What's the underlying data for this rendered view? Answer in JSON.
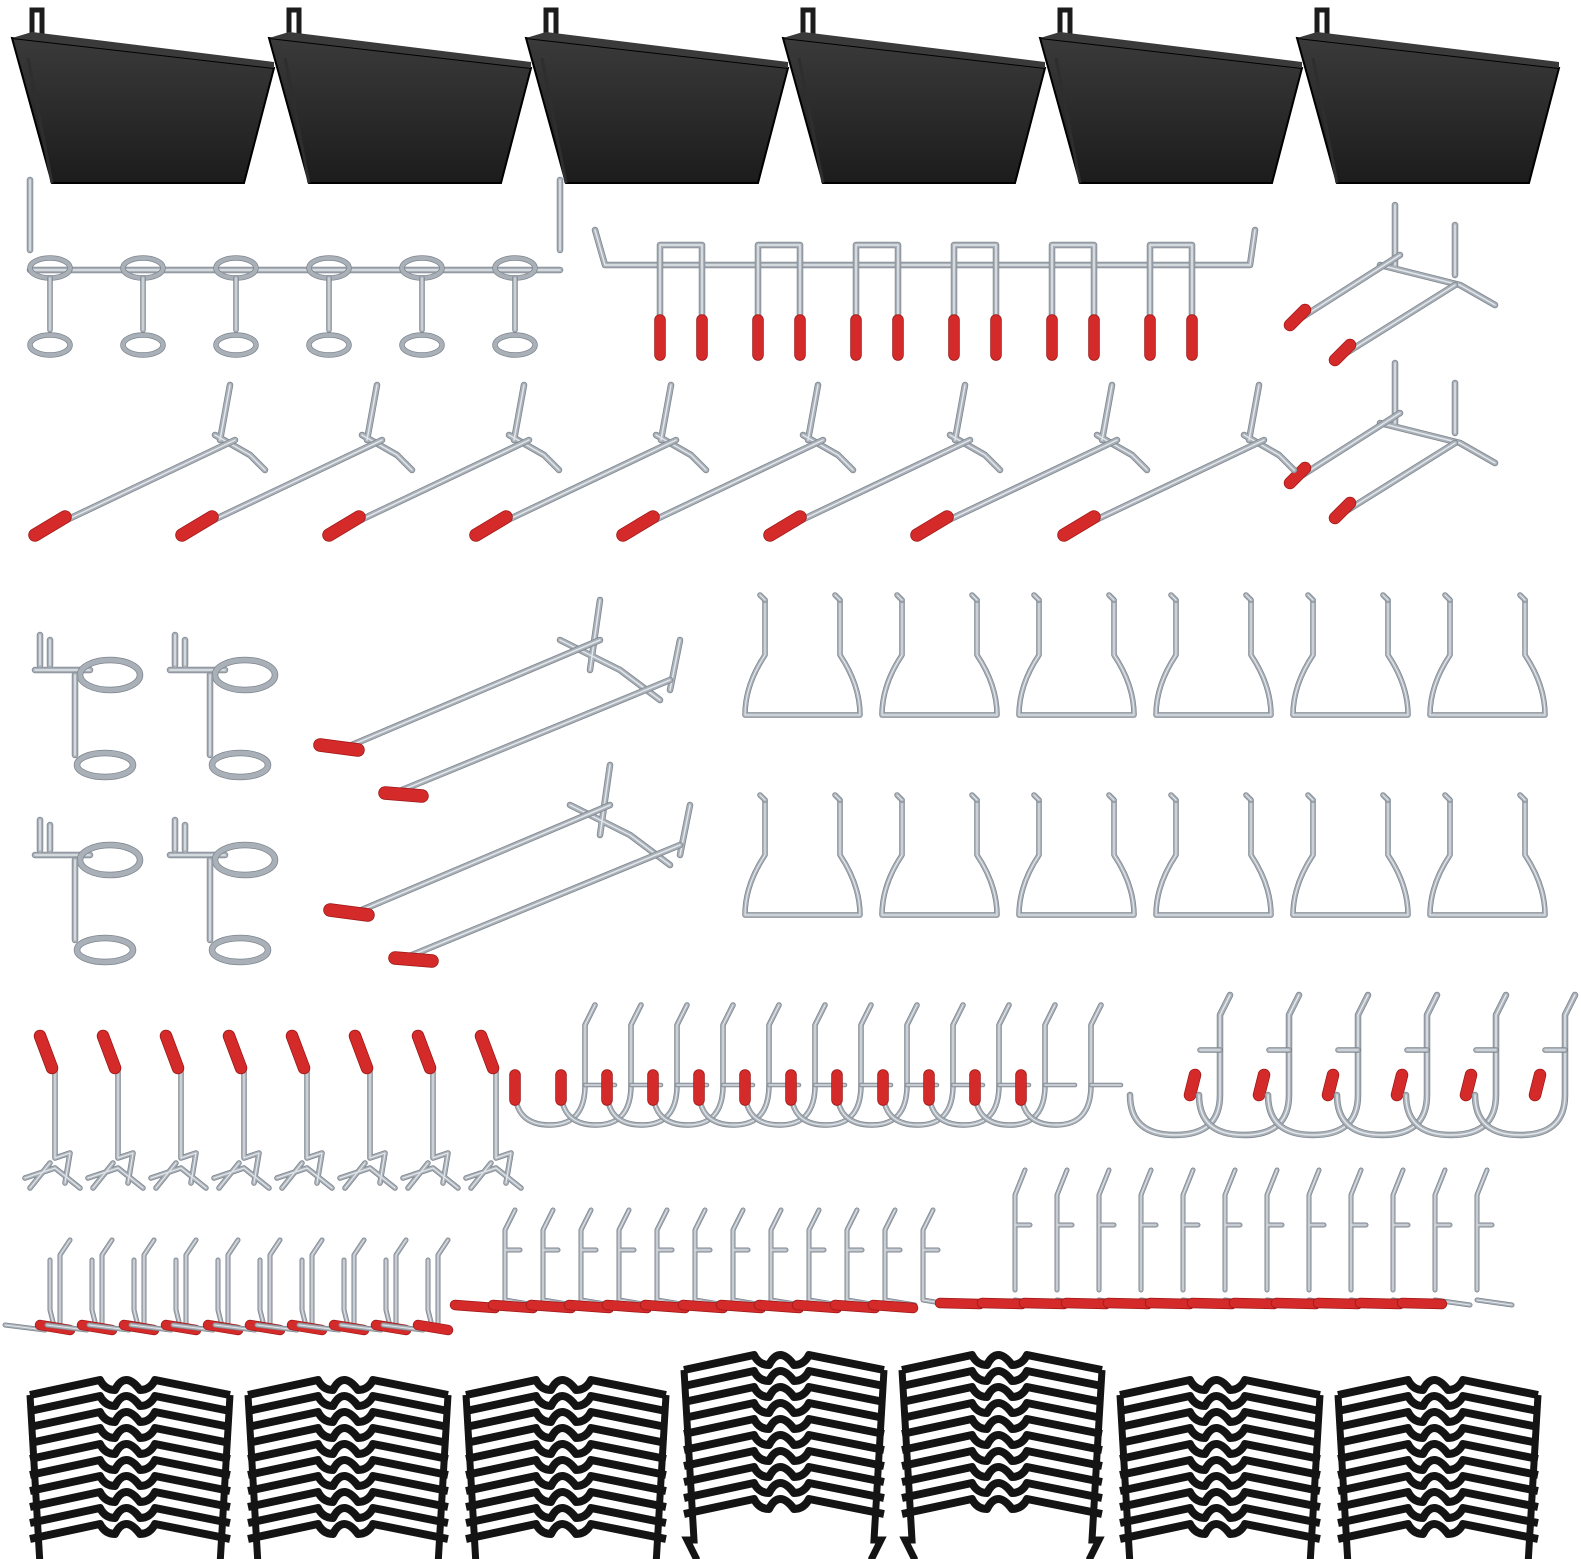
{
  "colors": {
    "background": "#ffffff",
    "bin_body": "#1c1c1c",
    "bin_rim": "#3a3a3a",
    "steel": "#a9b0b8",
    "steel_dark": "#7d858e",
    "steel_light": "#e3e7eb",
    "red_tip": "#d42a2a",
    "red_dark": "#9e1717",
    "lock_black": "#141414"
  },
  "rows": {
    "bins": {
      "icon": "black-plastic-bin-icon",
      "count": 6
    },
    "ring_strip": {
      "icon": "ring-holder-strip-icon",
      "rings": 6
    },
    "u_hook_strip": {
      "icon": "u-hook-strip-icon",
      "hooks": 6
    },
    "long_straight_hooks": {
      "icon": "long-straight-hook-icon",
      "count": 8
    },
    "double_prong_hooks": {
      "icon": "double-prong-hook-icon",
      "count": 2
    },
    "double_ring_holders": {
      "icon": "double-ring-holder-icon",
      "count": 4
    },
    "double_rod_hooks": {
      "icon": "double-rod-hook-icon",
      "count": 2
    },
    "loop_hooks": {
      "icon": "loop-hook-icon",
      "count": 12
    },
    "l_hooks": {
      "icon": "l-hook-icon",
      "count": 8
    },
    "j_hooks_small": {
      "icon": "j-hook-icon",
      "count": 12
    },
    "j_hooks_large": {
      "icon": "j-hook-large-icon",
      "count": 6
    },
    "short_hooks": {
      "icon": "short-hook-icon",
      "count": 10
    },
    "small_hooks_middle": {
      "icon": "small-hook-icon",
      "count": 12
    },
    "small_hooks_right": {
      "icon": "small-hook-icon",
      "count": 12
    },
    "locking_clips": {
      "icon": "peg-lock-clip-icon",
      "stacks": 7,
      "per_stack": 10
    }
  }
}
